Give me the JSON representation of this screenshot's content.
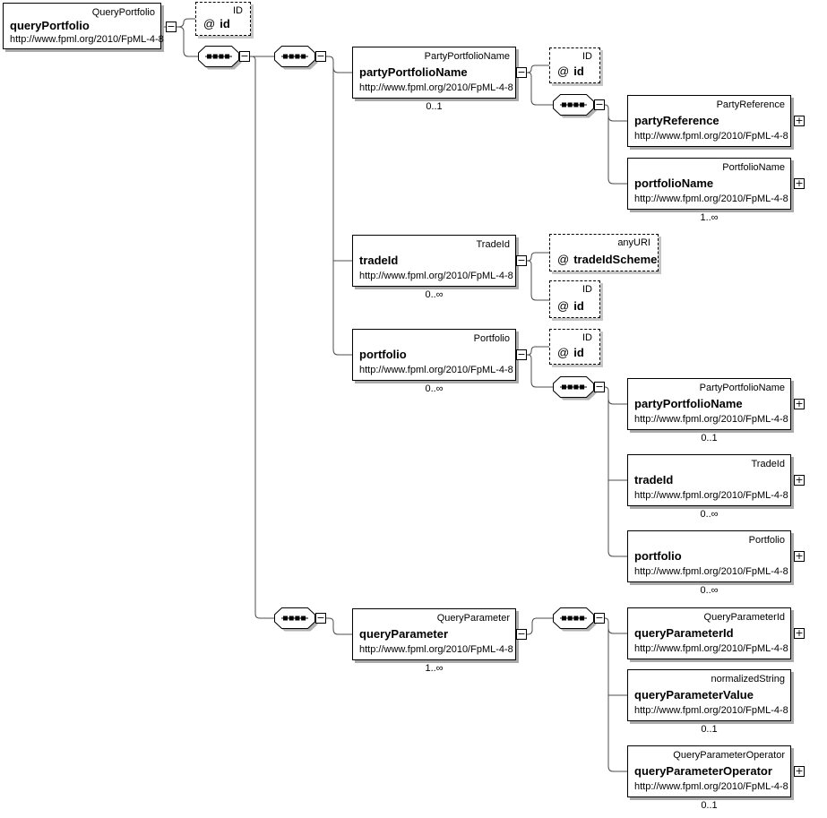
{
  "symbols": {
    "collapse": "−",
    "expand": "+"
  },
  "attributes": {
    "idQueryPortfolio": {
      "prefix": "@",
      "name": "id",
      "type": "ID"
    },
    "idPartyPortfolioName": {
      "prefix": "@",
      "name": "id",
      "type": "ID"
    },
    "tradeIdScheme": {
      "prefix": "@",
      "name": "tradeIdScheme",
      "type": "anyURI"
    },
    "idTradeId": {
      "prefix": "@",
      "name": "id",
      "type": "ID"
    },
    "idPortfolio": {
      "prefix": "@",
      "name": "id",
      "type": "ID"
    }
  },
  "nodes": {
    "queryPortfolio": {
      "name": "queryPortfolio",
      "type": "QueryPortfolio",
      "url": "http://www.fpml.org/2010/FpML-4-8"
    },
    "partyPortfolioName1": {
      "name": "partyPortfolioName",
      "type": "PartyPortfolioName",
      "url": "http://www.fpml.org/2010/FpML-4-8",
      "cardinality": "0..1"
    },
    "partyReference": {
      "name": "partyReference",
      "type": "PartyReference",
      "url": "http://www.fpml.org/2010/FpML-4-8"
    },
    "portfolioName": {
      "name": "portfolioName",
      "type": "PortfolioName",
      "url": "http://www.fpml.org/2010/FpML-4-8",
      "cardinality": "1..∞"
    },
    "tradeId1": {
      "name": "tradeId",
      "type": "TradeId",
      "url": "http://www.fpml.org/2010/FpML-4-8",
      "cardinality": "0..∞"
    },
    "portfolio1": {
      "name": "portfolio",
      "type": "Portfolio",
      "url": "http://www.fpml.org/2010/FpML-4-8",
      "cardinality": "0..∞"
    },
    "partyPortfolioName2": {
      "name": "partyPortfolioName",
      "type": "PartyPortfolioName",
      "url": "http://www.fpml.org/2010/FpML-4-8",
      "cardinality": "0..1"
    },
    "tradeId2": {
      "name": "tradeId",
      "type": "TradeId",
      "url": "http://www.fpml.org/2010/FpML-4-8",
      "cardinality": "0..∞"
    },
    "portfolio2": {
      "name": "portfolio",
      "type": "Portfolio",
      "url": "http://www.fpml.org/2010/FpML-4-8",
      "cardinality": "0..∞"
    },
    "queryParameter": {
      "name": "queryParameter",
      "type": "QueryParameter",
      "url": "http://www.fpml.org/2010/FpML-4-8",
      "cardinality": "1..∞"
    },
    "queryParameterId": {
      "name": "queryParameterId",
      "type": "QueryParameterId",
      "url": "http://www.fpml.org/2010/FpML-4-8"
    },
    "queryParameterValue": {
      "name": "queryParameterValue",
      "type": "normalizedString",
      "url": "http://www.fpml.org/2010/FpML-4-8",
      "cardinality": "0..1"
    },
    "queryParameterOperator": {
      "name": "queryParameterOperator",
      "type": "QueryParameterOperator",
      "url": "http://www.fpml.org/2010/FpML-4-8",
      "cardinality": "0..1"
    }
  }
}
